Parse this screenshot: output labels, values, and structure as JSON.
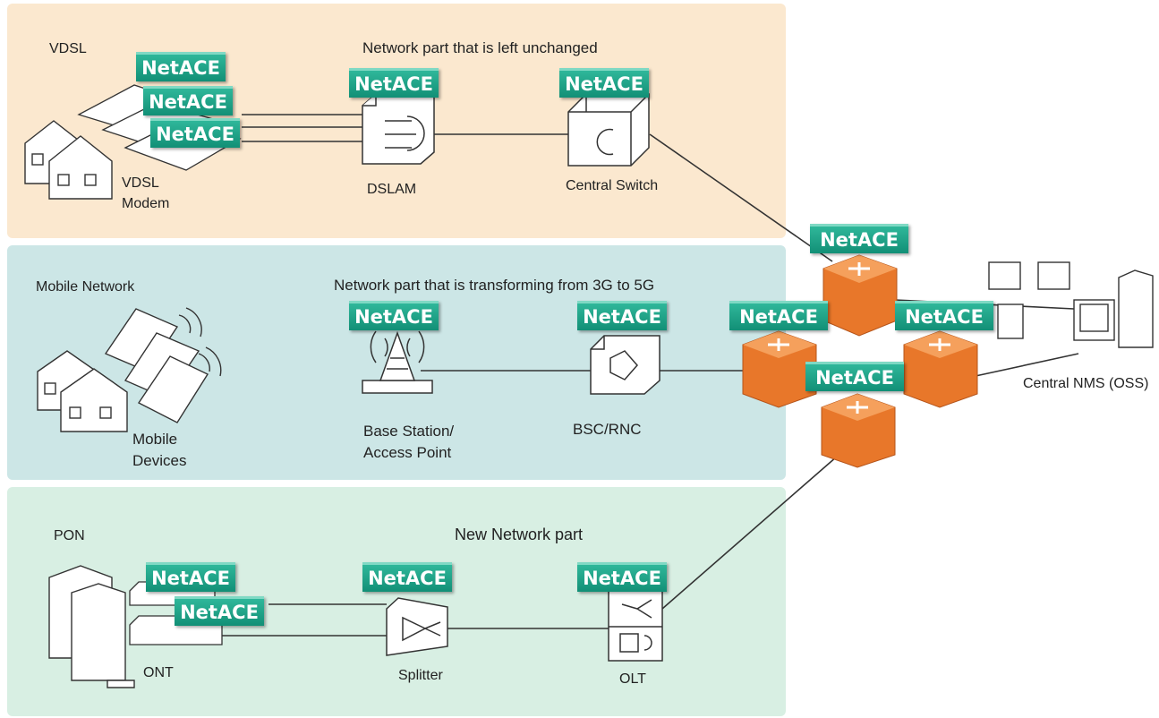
{
  "sections": {
    "vdsl": {
      "label": "VDSL",
      "heading": "Network part that is left unchanged",
      "modem_label_1": "VDSL",
      "modem_label_2": "Modem",
      "dslam_label": "DSLAM",
      "switch_label": "Central Switch"
    },
    "mobile": {
      "label": "Mobile Network",
      "heading": "Network part that is transforming from 3G to 5G",
      "devices_label_1": "Mobile",
      "devices_label_2": "Devices",
      "base_label_1": "Base Station/",
      "base_label_2": "Access Point",
      "bsc_label": "BSC/RNC"
    },
    "pon": {
      "label": "PON",
      "heading": "New Network part",
      "ont_label": "ONT",
      "splitter_label": "Splitter",
      "olt_label": "OLT"
    }
  },
  "core": {
    "nms_label": "Central NMS (OSS)"
  },
  "badge_text": "NetACE",
  "colors": {
    "badge": "#1fa386",
    "router": "#e8772a",
    "vdsl_bg": "#fbe8cf",
    "mobile_bg": "#cce6e6",
    "pon_bg": "#d8efe3",
    "line": "#333333"
  }
}
